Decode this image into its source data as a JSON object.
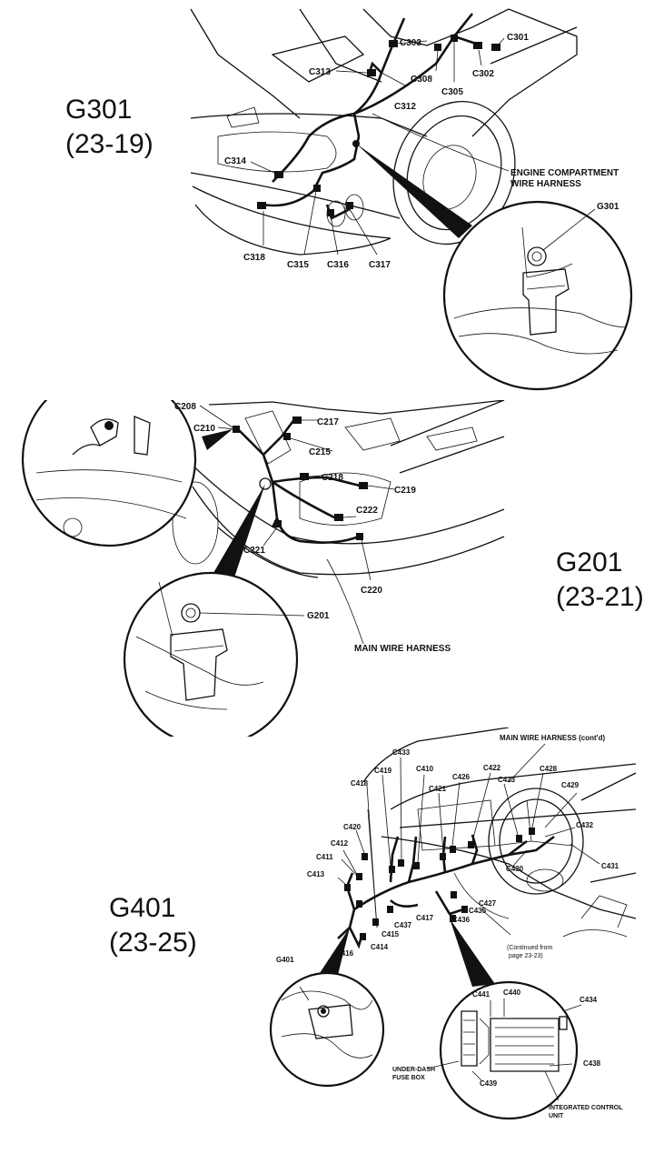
{
  "sections": {
    "g301": {
      "title": "G301",
      "subtitle": "(23-19)",
      "callouts": {
        "c301": "C301",
        "c302": "C302",
        "c303": "C303",
        "c305": "C305",
        "c308": "C308",
        "c312": "C312",
        "c313": "C313",
        "c314": "C314",
        "c315": "C315",
        "c316": "C316",
        "c317": "C317",
        "c318": "C318",
        "g301": "G301",
        "harness_line1": "ENGINE COMPARTMENT",
        "harness_line2": "WIRE HARNESS"
      }
    },
    "g201": {
      "title": "G201",
      "subtitle": "(23-21)",
      "callouts": {
        "c208": "C208",
        "c210": "C210",
        "c215": "C215",
        "c217": "C217",
        "c218": "C218",
        "c219": "C219",
        "c220": "C220",
        "c221": "C221",
        "c222": "C222",
        "g201": "G201",
        "harness": "MAIN WIRE HARNESS"
      }
    },
    "g401": {
      "title": "G401",
      "subtitle": "(23-25)",
      "callouts": {
        "header": "MAIN WIRE HARNESS (cont'd)",
        "c410": "C410",
        "c411": "C411",
        "c412": "C412",
        "c413": "C413",
        "c414": "C414",
        "c415": "C415",
        "c416": "C416",
        "c417": "C417",
        "c418": "C418",
        "c419": "C419",
        "c420": "C420",
        "c421": "C421",
        "c422": "C422",
        "c423": "C423",
        "c426": "C426",
        "c427": "C427",
        "c428": "C428",
        "c429": "C429",
        "c430": "C430",
        "c431": "C431",
        "c432": "C432",
        "c433": "C433",
        "c434": "C434",
        "c435": "C435",
        "c436": "C436",
        "c437": "C437",
        "c438": "C438",
        "c439": "C439",
        "c440": "C440",
        "c441": "C441",
        "g401": "G401",
        "continued_line1": "(Continued from",
        "continued_line2": "page 23-23)",
        "fuse_line1": "UNDER-DASH",
        "fuse_line2": "FUSE BOX",
        "icu_line1": "INTEGRATED CONTROL",
        "icu_line2": "UNIT"
      }
    }
  }
}
